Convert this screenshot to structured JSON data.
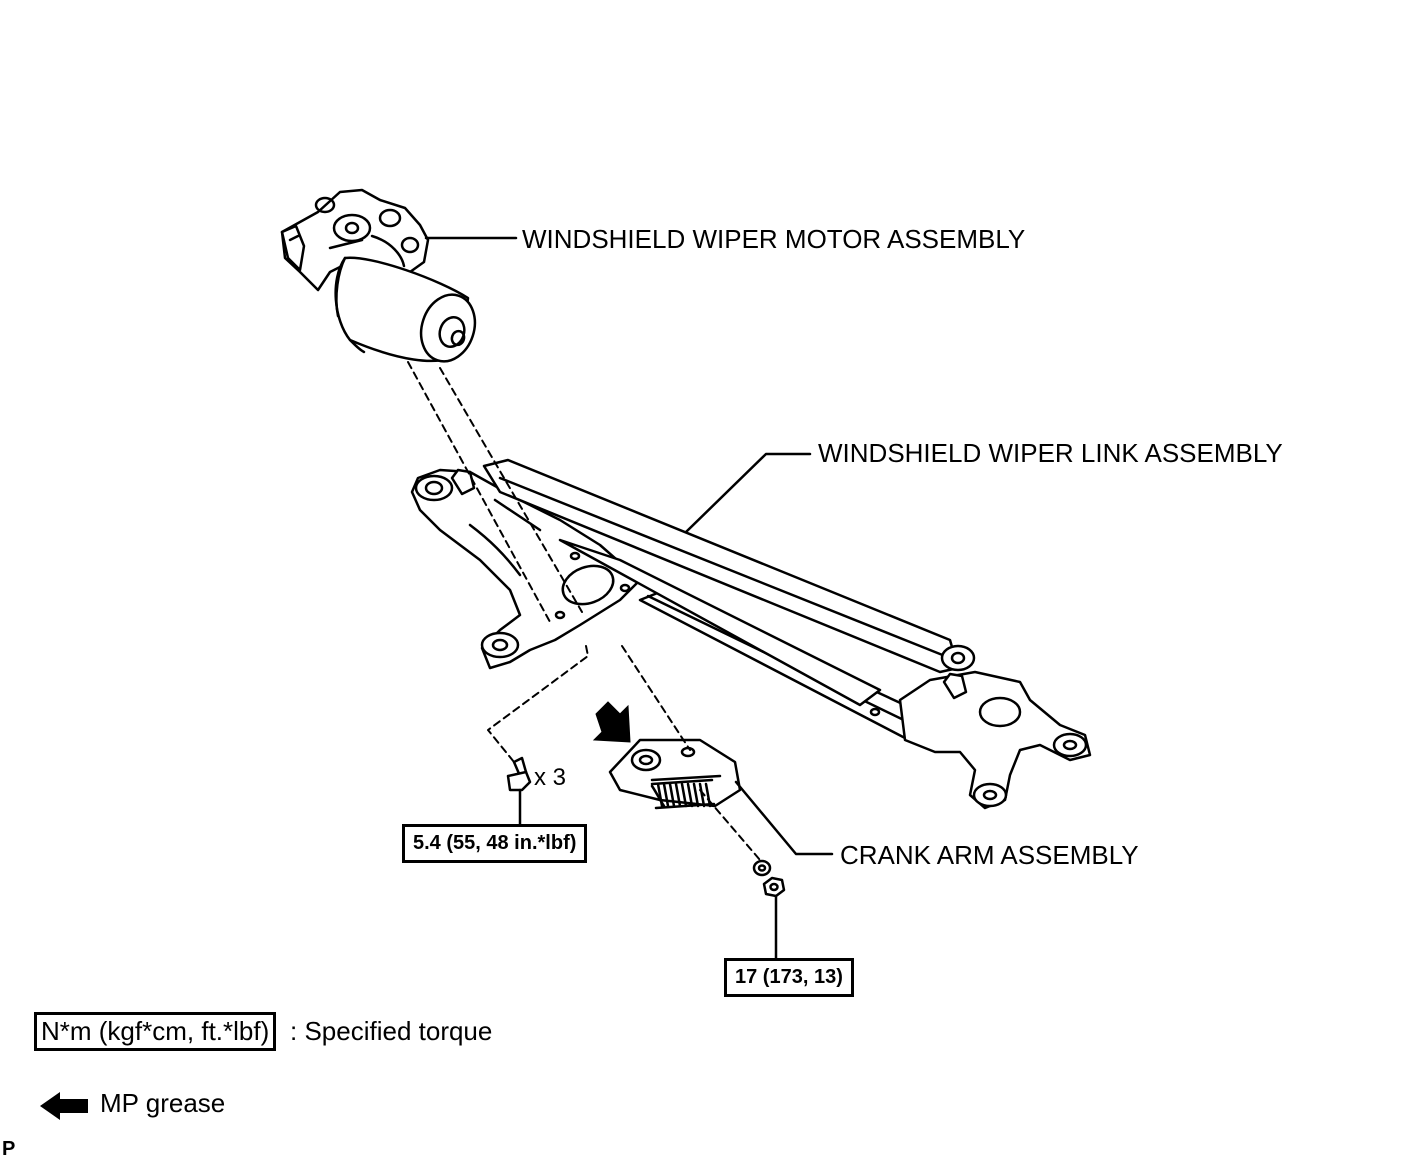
{
  "labels": {
    "motor": "WINDSHIELD WIPER MOTOR ASSEMBLY",
    "link": "WINDSHIELD WIPER LINK ASSEMBLY",
    "crank": "CRANK ARM ASSEMBLY",
    "bolt_qty": "x 3"
  },
  "torques": {
    "bolts": "5.4 (55, 48 in.*lbf)",
    "nut": "17 (173, 13)"
  },
  "legend": {
    "torque_unit": "N*m (kgf*cm, ft.*lbf)",
    "torque_desc": ": Specified torque",
    "grease_desc": "MP grease",
    "grease_icon": "filled-arrow-left"
  },
  "corner_mark": "P"
}
